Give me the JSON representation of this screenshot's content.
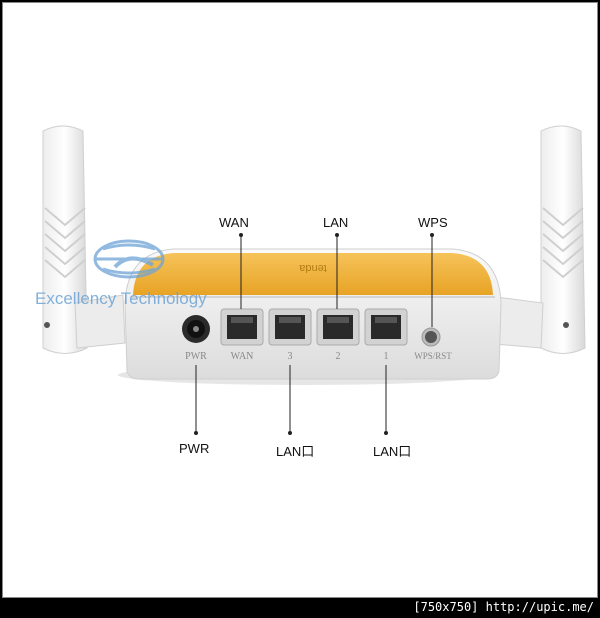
{
  "labels": {
    "wan": "WAN",
    "lan": "LAN",
    "wps": "WPS",
    "pwr": "PWR",
    "lan_left": "LAN口",
    "lan_right": "LAN口"
  },
  "port_labels": {
    "pwr": "PWR",
    "wan": "WAN",
    "p3": "3",
    "p2": "2",
    "p1": "1",
    "wps_rst": "WPS/RST"
  },
  "watermark": "Excellency Technology",
  "footer": "[750x750] http://upic.me/",
  "colors": {
    "body_white": "#f2f2f2",
    "top_orange": "#f0b23a",
    "watermark": "#6ea4d6"
  }
}
